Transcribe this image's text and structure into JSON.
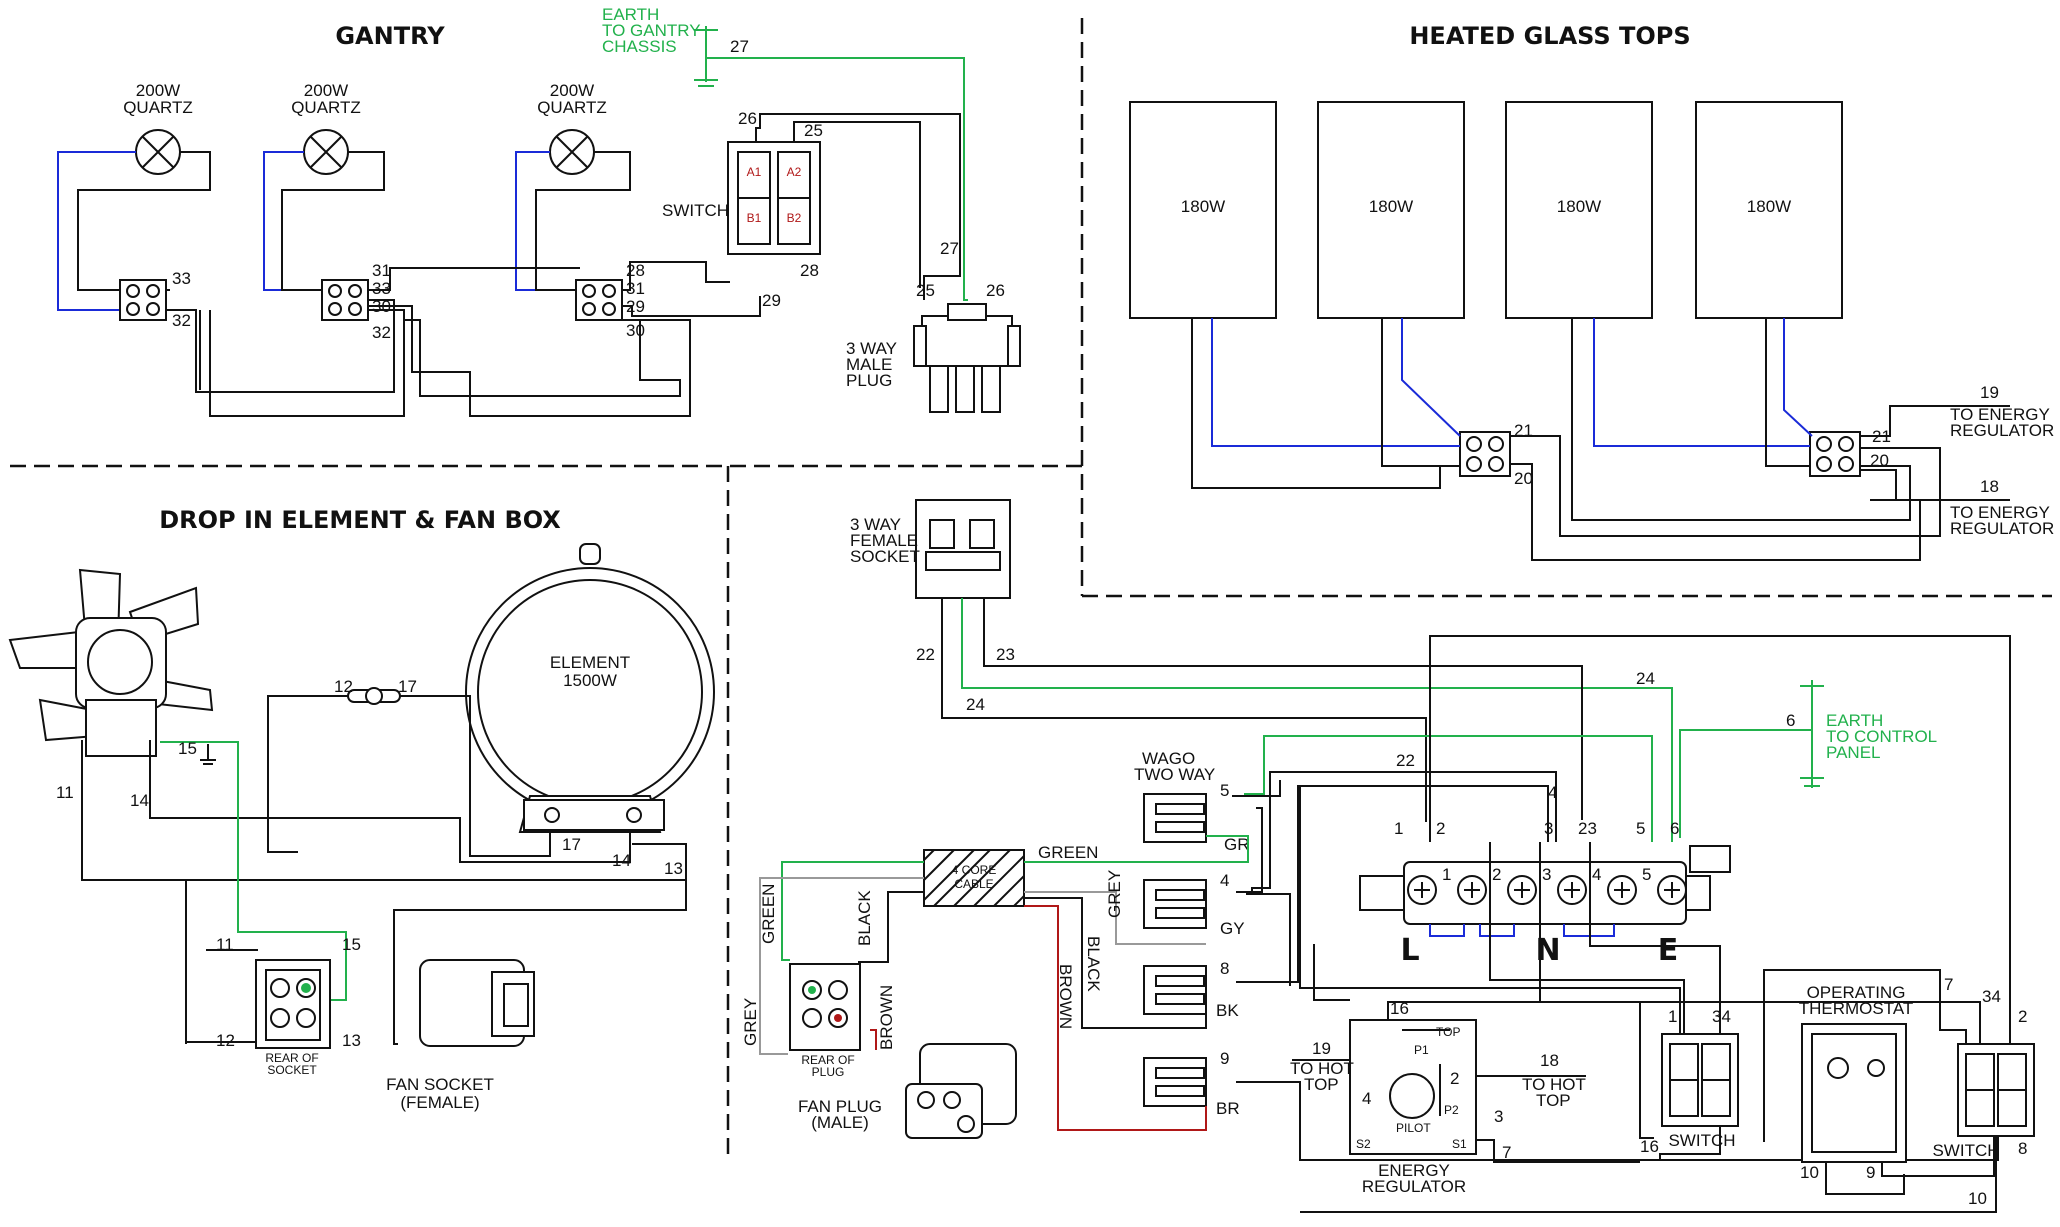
{
  "sections": {
    "gantry": "GANTRY",
    "heated": "HEATED GLASS TOPS",
    "drop": "DROP IN ELEMENT & FAN BOX"
  },
  "labels": {
    "quartz_w": "200W",
    "quartz": "QUARTZ",
    "earth_gantry_1": "EARTH",
    "earth_gantry_2": "TO GANTRY",
    "earth_gantry_3": "CHASSIS",
    "switch": "SWITCH",
    "male_plug_1": "3 WAY",
    "male_plug_2": "MALE",
    "male_plug_3": "PLUG",
    "glass_w": "180W",
    "to_energy_1": "TO ENERGY",
    "to_energy_2": "REGULATOR",
    "female_socket_1": "3 WAY",
    "female_socket_2": "FEMALE",
    "female_socket_3": "SOCKET",
    "element_1": "ELEMENT",
    "element_2": "1500W",
    "rear_socket_1": "REAR OF",
    "rear_socket_2": "SOCKET",
    "fan_socket_1": "FAN SOCKET",
    "fan_socket_2": "(FEMALE)",
    "wago_1": "WAGO",
    "wago_2": "TWO WAY",
    "gr": "GR",
    "gy": "GY",
    "bk": "BK",
    "br": "BR",
    "green": "GREEN",
    "grey": "GREY",
    "black": "BLACK",
    "brown": "BROWN",
    "four_core_1": "4 CORE",
    "four_core_2": "CABLE",
    "rear_plug_1": "REAR OF",
    "rear_plug_2": "PLUG",
    "fan_plug_1": "FAN PLUG",
    "fan_plug_2": "(MALE)",
    "earth_ctrl_1": "EARTH",
    "earth_ctrl_2": "TO CONTROL",
    "earth_ctrl_3": "PANEL",
    "L": "L",
    "N": "N",
    "E": "E",
    "to_hot_1": "TO HOT",
    "to_hot_2": "TOP",
    "top": "TOP",
    "p1": "P1",
    "p2": "P2",
    "pilot": "PILOT",
    "s1": "S1",
    "s2": "S2",
    "energy_reg_1": "ENERGY",
    "energy_reg_2": "REGULATOR",
    "op_thermo_1": "OPERATING",
    "op_thermo_2": "THERMOSTAT"
  },
  "wire_numbers": {
    "w1": "1",
    "w2": "2",
    "w3": "3",
    "w4": "4",
    "w5": "5",
    "w6": "6",
    "w7": "7",
    "w8": "8",
    "w9": "9",
    "w10": "10",
    "w11": "11",
    "w12": "12",
    "w13": "13",
    "w14": "14",
    "w15": "15",
    "w16": "16",
    "w17": "17",
    "w18": "18",
    "w19": "19",
    "w20": "20",
    "w21": "21",
    "w22": "22",
    "w23": "23",
    "w24": "24",
    "w25": "25",
    "w26": "26",
    "w27": "27",
    "w28": "28",
    "w29": "29",
    "w30": "30",
    "w31": "31",
    "w32": "32",
    "w33": "33",
    "w34": "34"
  },
  "colors": {
    "wire": "#111111",
    "neutral_blue": "#1a2bd8",
    "earth_green": "#22b14c",
    "brown_red": "#b01818",
    "grey": "#999999"
  }
}
